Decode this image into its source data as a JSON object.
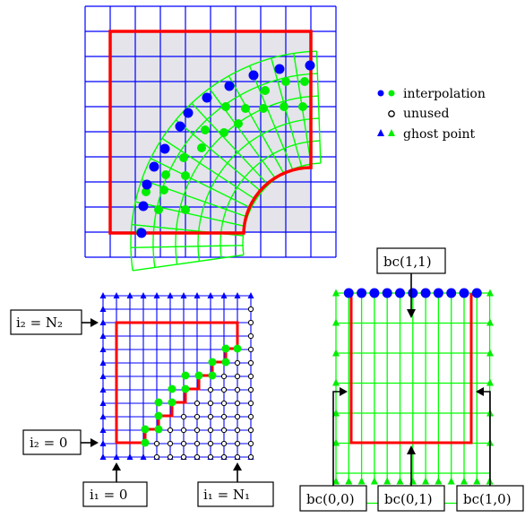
{
  "legend": {
    "interpolation": "interpolation",
    "unused": "unused",
    "ghost_point": "ghost point"
  },
  "labels": {
    "i2_N2": "i₂ = N₂",
    "i2_0": "i₂ = 0",
    "i1_0": "i₁ = 0",
    "i1_N1": "i₁ = N₁",
    "bc11": "bc(1,1)",
    "bc00": "bc(0,0)",
    "bc01": "bc(0,1)",
    "bc10": "bc(1,0)"
  },
  "colors": {
    "blue_grid": "#0000ff",
    "green_grid": "#00ff00",
    "red_boundary": "#ff0000",
    "fill_gray": "#e4e4ea",
    "blue_point": "#0000ff",
    "green_point": "#00ee00"
  }
}
